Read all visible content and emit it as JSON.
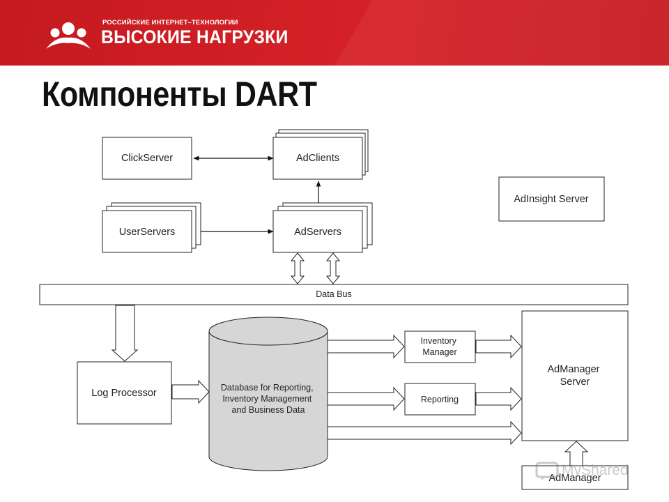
{
  "header": {
    "logo_top": "РОССИЙСКИЕ ИНТЕРНЕТ–ТЕХНОЛОГИИ",
    "logo_main": "ВЫСОКИЕ НАГРУЗКИ",
    "background_color": "#d52127"
  },
  "title": "Компоненты DART",
  "diagram": {
    "nodes": {
      "clickserver": "ClickServer",
      "adclients": "AdClients",
      "userservers": "UserServers",
      "adservers": "AdServers",
      "adinsight": "AdInsight Server",
      "databus": "Data Bus",
      "logprocessor": "Log Processor",
      "database": [
        "Database for Reporting,",
        "Inventory Management",
        "and Business Data"
      ],
      "inventory": [
        "Inventory",
        "Manager"
      ],
      "reporting": "Reporting",
      "admanager_server": [
        "AdManager",
        "Server"
      ],
      "admanager": "AdManager"
    }
  },
  "watermark": {
    "text": "MyShared",
    "icon": "myshared-logo-icon"
  }
}
